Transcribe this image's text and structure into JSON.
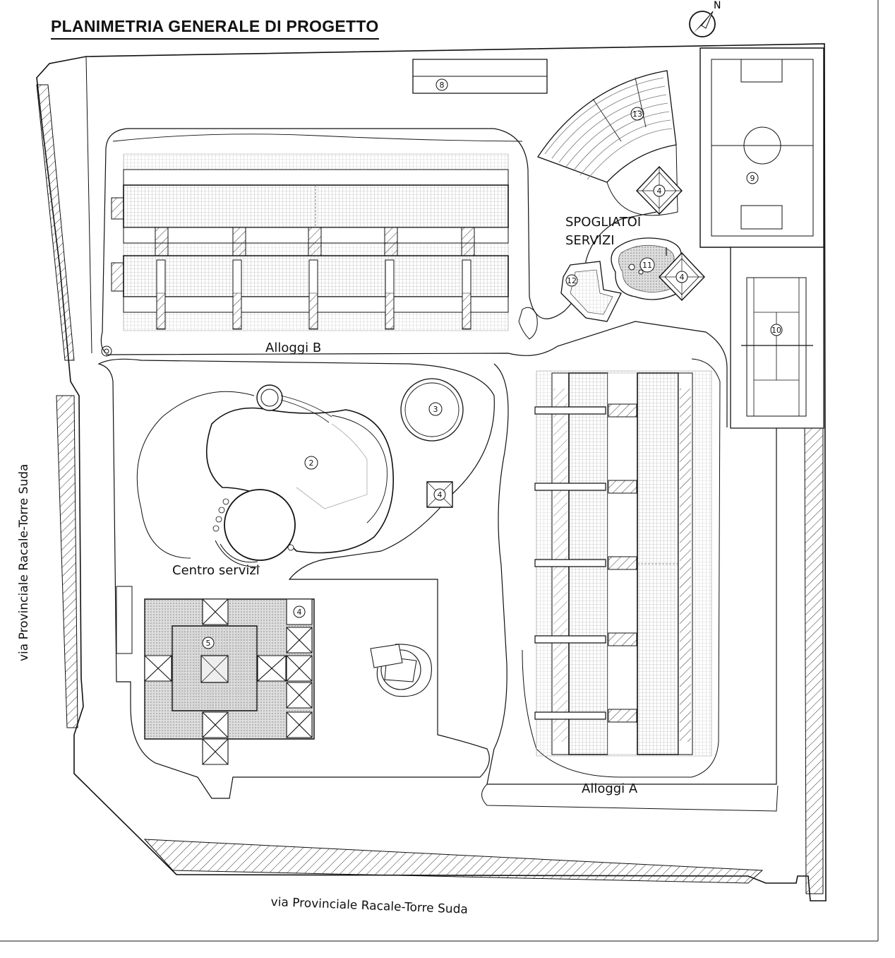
{
  "title": "PLANIMETRIA GENERALE DI PROGETTO",
  "north_label": "N",
  "areas": {
    "alloggi_b": "Alloggi B",
    "alloggi_a": "Alloggi A",
    "centro_servizi": "Centro servizi",
    "spogliatoi_line1": "SPOGLIATOI",
    "spogliatoi_line2": "SERVIZI"
  },
  "roads": {
    "west": "via Provinciale Racale-Torre Suda",
    "south": "via Provinciale Racale-Torre Suda"
  },
  "markers": {
    "m2": "2",
    "m3": "3",
    "m4": "4",
    "m5": "5",
    "m8": "8",
    "m9": "9",
    "m10": "10",
    "m11": "11",
    "m12": "12",
    "m13": "13"
  }
}
